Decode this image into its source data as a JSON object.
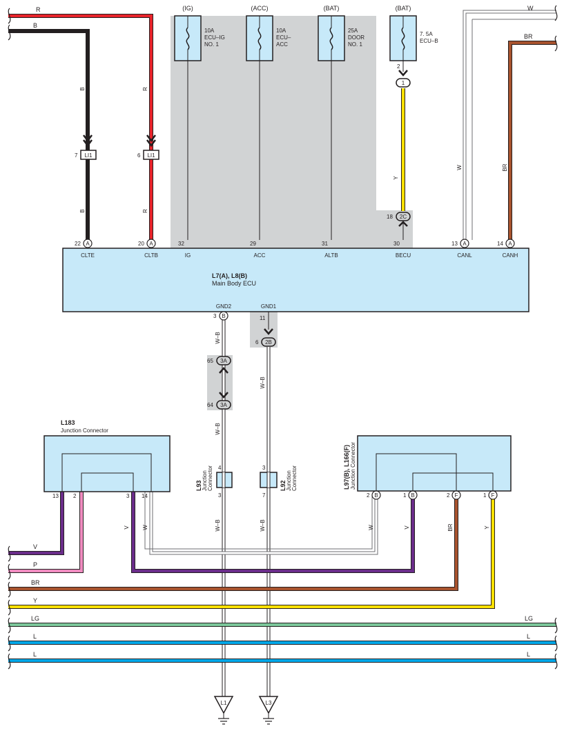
{
  "fuses": [
    {
      "source": "(IG)",
      "rating": "10A",
      "name1": "ECU–IG",
      "name2": "NO. 1"
    },
    {
      "source": "(ACC)",
      "rating": "10A",
      "name1": "ECU–",
      "name2": "ACC"
    },
    {
      "source": "(BAT)",
      "rating": "25A",
      "name1": "DOOR",
      "name2": "NO. 1"
    },
    {
      "source": "(BAT)",
      "rating": "7. 5A",
      "name1": "ECU–B",
      "name2": ""
    }
  ],
  "ecu": {
    "id": "L7(A), L8(B)",
    "name": "Main Body ECU",
    "top_pins": [
      {
        "num": "22",
        "conn": "A",
        "label": "CLTE"
      },
      {
        "num": "20",
        "conn": "A",
        "label": "CLTB"
      },
      {
        "num": "32",
        "conn": "",
        "label": "IG"
      },
      {
        "num": "29",
        "conn": "",
        "label": "ACC"
      },
      {
        "num": "31",
        "conn": "",
        "label": "ALTB"
      },
      {
        "num": "30",
        "conn": "",
        "label": "BECU"
      },
      {
        "num": "13",
        "conn": "A",
        "label": "CANL"
      },
      {
        "num": "14",
        "conn": "A",
        "label": "CANH"
      }
    ],
    "bottom_pins": [
      {
        "num": "3",
        "conn": "B",
        "label": "GND2"
      },
      {
        "num": "11",
        "conn": "",
        "label": "GND1"
      }
    ]
  },
  "wire_colors": {
    "R": "#e8242b",
    "B": "#231f20",
    "Y": "#ffe000",
    "W": "#ffffff",
    "BR": "#a8532e",
    "V": "#6b2d8b",
    "P": "#f08cc0",
    "LG": "#7cc79b",
    "L": "#00a7e8",
    "WB": "#ffffff"
  },
  "wire_labels": {
    "R": "R",
    "B": "B",
    "W": "W",
    "BR": "BR",
    "Y": "Y",
    "V": "V",
    "P": "P",
    "LG": "LG",
    "L": "L",
    "WB": "W–B"
  },
  "connectors": {
    "li1_left": {
      "num": "7",
      "label": "LI1"
    },
    "li1_right": {
      "num": "6",
      "label": "LI1"
    },
    "c1": {
      "num": "2",
      "label": "1"
    },
    "c2c": {
      "num": "18",
      "label": "2C"
    },
    "c2b": {
      "num": "6",
      "label": "2B"
    },
    "c3a_top": {
      "num": "65",
      "label": "3A"
    },
    "c3a_bot": {
      "num": "64",
      "label": "3A"
    }
  },
  "l183": {
    "id": "L183",
    "name": "Junction Connector",
    "pins": [
      "13",
      "2",
      "3",
      "14"
    ]
  },
  "l93": {
    "id": "L93",
    "name1": "Junction",
    "name2": "Connector",
    "pin_top": "4",
    "pin_bot": "3"
  },
  "l92": {
    "id": "L92",
    "name1": "Junction",
    "name2": "Connector",
    "pin_top": "3",
    "pin_bot": "7"
  },
  "l97": {
    "id": "L97(B), L166(F)",
    "name": "Junction Connector",
    "pins": [
      {
        "num": "2",
        "conn": "B"
      },
      {
        "num": "1",
        "conn": "B"
      },
      {
        "num": "2",
        "conn": "F"
      },
      {
        "num": "1",
        "conn": "F"
      }
    ]
  },
  "grounds": [
    "L1",
    "L3"
  ]
}
